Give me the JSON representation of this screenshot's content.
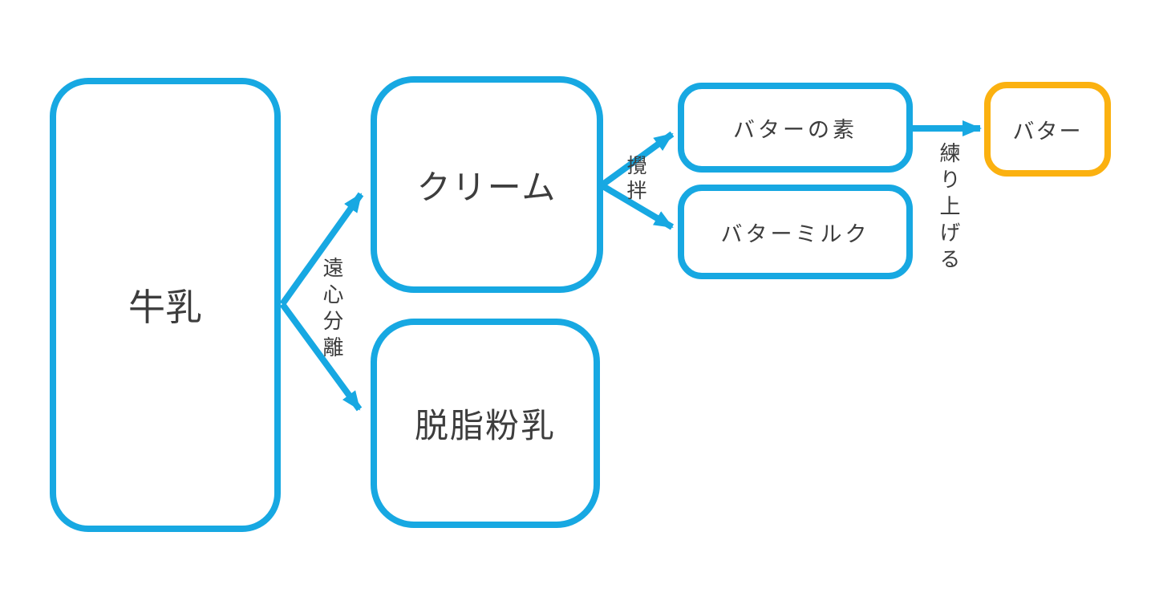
{
  "diagram": {
    "description": "Milk processing flowchart (Japanese)",
    "colors": {
      "node_border_blue": "#17a8e2",
      "node_border_orange": "#fbb110",
      "arrow": "#17a8e2",
      "text": "#3d3d3d",
      "background": "#ffffff"
    },
    "nodes": {
      "milk": {
        "label": "牛乳"
      },
      "cream": {
        "label": "クリーム"
      },
      "skim_milk_powder": {
        "label": "脱脂粉乳"
      },
      "butter_base": {
        "label": "バターの素"
      },
      "buttermilk": {
        "label": "バターミルク"
      },
      "butter": {
        "label": "バター"
      }
    },
    "edge_labels": {
      "centrifugal_separation": "遠心分離",
      "churning": "攪拌",
      "kneading": "練り上げる"
    },
    "edges": [
      {
        "from": "milk",
        "to": "cream",
        "label": "遠心分離"
      },
      {
        "from": "milk",
        "to": "skim_milk_powder",
        "label": "遠心分離"
      },
      {
        "from": "cream",
        "to": "butter_base",
        "label": "攪拌"
      },
      {
        "from": "cream",
        "to": "buttermilk",
        "label": "攪拌"
      },
      {
        "from": "butter_base",
        "to": "butter",
        "label": "練り上げる"
      }
    ]
  }
}
